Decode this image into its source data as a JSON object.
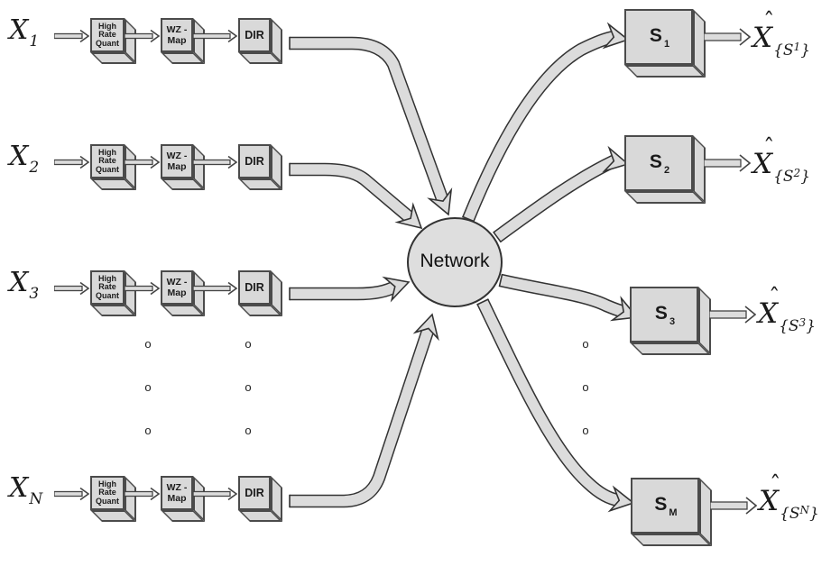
{
  "diagram": {
    "network_label": "Network",
    "ellipsis_glyph": "o"
  },
  "encoder_blocks": {
    "quant": {
      "lines": [
        "High",
        "Rate",
        "Quant"
      ]
    },
    "wz": {
      "lines": [
        "WZ -",
        "Map"
      ]
    },
    "dir": {
      "lines": [
        "DIR"
      ]
    }
  },
  "sources": [
    {
      "symbol": "X",
      "sub": "1"
    },
    {
      "symbol": "X",
      "sub": "2"
    },
    {
      "symbol": "X",
      "sub": "3"
    },
    {
      "symbol": "X",
      "sub": "N"
    }
  ],
  "receivers": [
    {
      "name": "S",
      "sub": "1",
      "output": {
        "hat": "ˆ",
        "base": "X",
        "sub_pre": "{S",
        "sup": "1",
        "sub_post": "}"
      }
    },
    {
      "name": "S",
      "sub": "2",
      "output": {
        "hat": "ˆ",
        "base": "X",
        "sub_pre": "{S",
        "sup": "2",
        "sub_post": "}"
      }
    },
    {
      "name": "S",
      "sub": "3",
      "output": {
        "hat": "ˆ",
        "base": "X",
        "sub_pre": "{S",
        "sup": "3",
        "sub_post": "}"
      }
    },
    {
      "name": "S",
      "sub": "M",
      "output": {
        "hat": "ˆ",
        "base": "X",
        "sub_pre": "{S",
        "sup": "N",
        "sub_post": "}"
      }
    }
  ],
  "colors": {
    "face_fill": "#d9d9d9",
    "band_fill": "#dcdcdc",
    "outline": "#333333",
    "text": "#111111"
  }
}
